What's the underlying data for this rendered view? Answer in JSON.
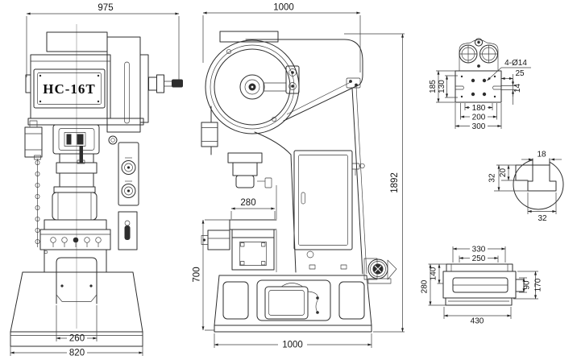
{
  "front_view": {
    "machine_label": "HC-16T",
    "dim_overall_width": "975",
    "dim_opening_width": "260",
    "dim_base_width": "820"
  },
  "side_view": {
    "dim_overall_depth": "1000",
    "dim_arm_depth": "280",
    "dim_table_height": "700",
    "dim_overall_height": "1892",
    "dim_base_depth": "1000"
  },
  "bolster_detail": {
    "holes_note": "4-Ø14",
    "dim_hole_edge_offset": "25",
    "dim_slot_width": "14",
    "dim_plate_depth": "185",
    "dim_hole_span_depth": "130",
    "dim_hole_span_width": "180",
    "dim_mid_width": "200",
    "dim_plate_width": "300"
  },
  "shank_detail": {
    "dim_slot_top_width": "18",
    "dim_slot_total_depth": "32",
    "dim_slot_neck_depth": "20",
    "dim_slot_bottom_width": "32"
  },
  "table_detail": {
    "dim_flange_width": "330",
    "dim_slot_span": "250",
    "dim_flange_height": "140",
    "dim_total_height": "280",
    "dim_opening_height": "90",
    "dim_side_height": "170",
    "dim_base_width": "430"
  }
}
